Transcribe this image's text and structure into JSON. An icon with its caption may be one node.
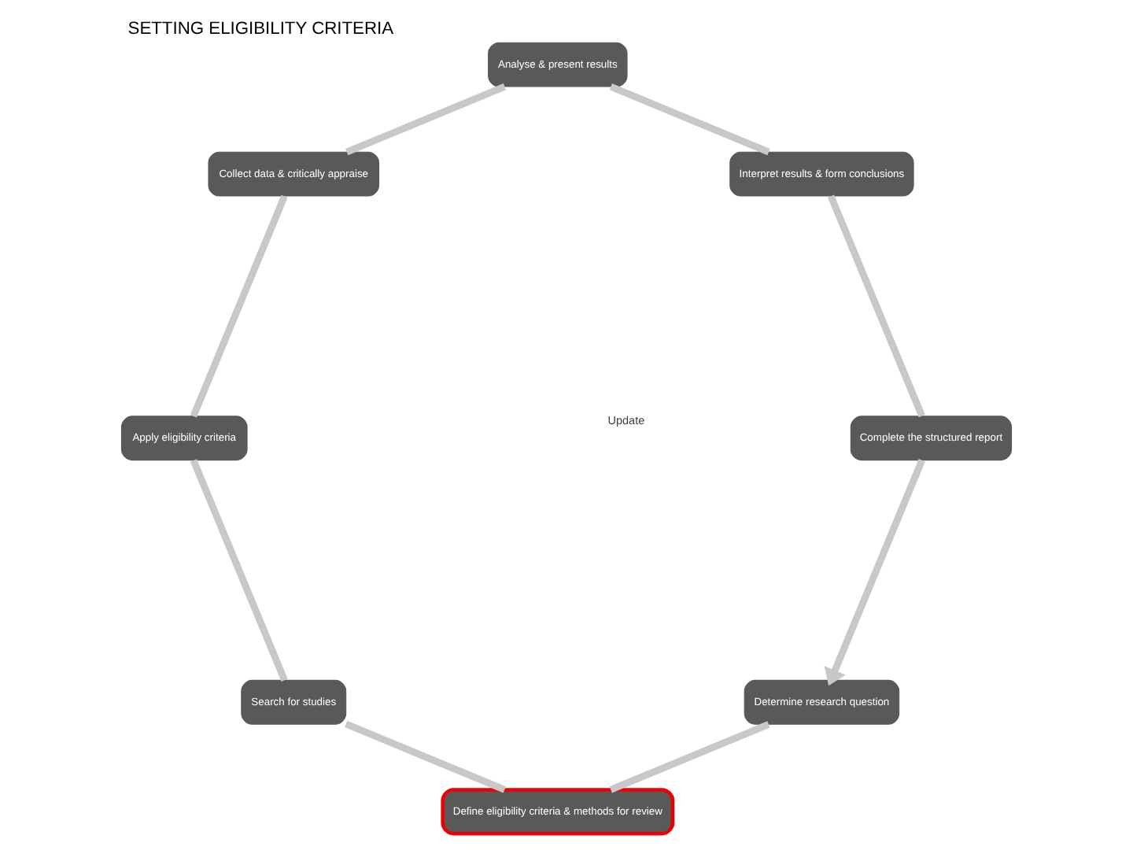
{
  "diagram": {
    "title": "SETTING ELIGIBILITY CRITERIA",
    "nodes": [
      {
        "text": [
          "Determine research question"
        ]
      },
      {
        "text": [
          "Define eligibility criteria & methods for review"
        ]
      },
      {
        "text": [
          "Search for studies"
        ]
      },
      {
        "text": [
          "Apply eligibility criteria"
        ]
      },
      {
        "text": [
          "Collect data & critically appraise"
        ]
      },
      {
        "text": [
          "Analyse & present results"
        ]
      },
      {
        "text": [
          "Interpret results & form conclusions"
        ]
      },
      {
        "text": [
          "Complete the structured report"
        ]
      }
    ],
    "edges": [
      {
        "from": 0,
        "to": 1,
        "arrow": "none"
      },
      {
        "from": 1,
        "to": 2,
        "arrow": "none"
      },
      {
        "from": 2,
        "to": 3,
        "arrow": "none"
      },
      {
        "from": 3,
        "to": 4,
        "arrow": "none"
      },
      {
        "from": 4,
        "to": 5,
        "arrow": "none"
      },
      {
        "from": 5,
        "to": 6,
        "arrow": "none"
      },
      {
        "from": 6,
        "to": 7,
        "arrow": "none"
      },
      {
        "from": 7,
        "to": 0,
        "arrow": "to"
      }
    ],
    "labels": [
      "Update"
    ]
  }
}
